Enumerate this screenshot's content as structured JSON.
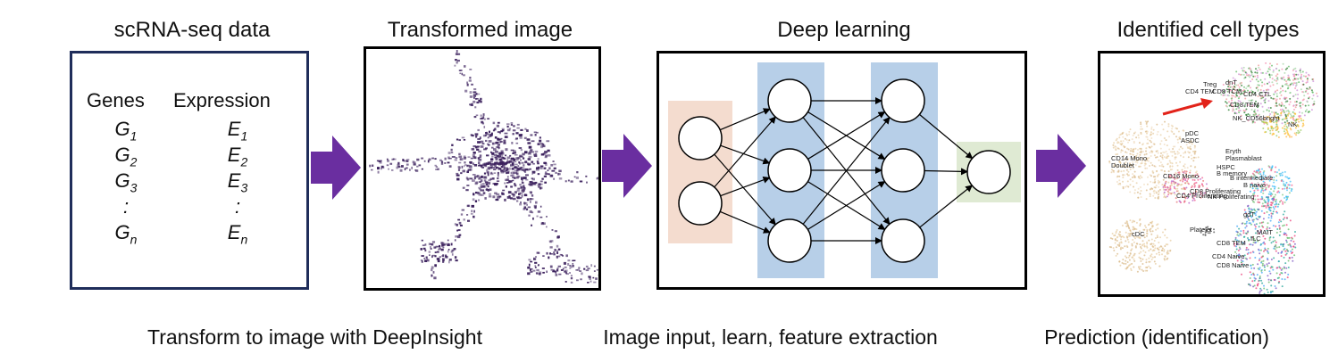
{
  "panels": {
    "data": {
      "title": "scRNA-seq data"
    },
    "image": {
      "title": "Transformed image"
    },
    "deep": {
      "title": "Deep learning"
    },
    "cells": {
      "title": "Identified cell types"
    }
  },
  "table": {
    "col1_header": "Genes",
    "col2_header": "Expression",
    "rows": [
      {
        "gene": "G",
        "gene_sub": "1",
        "expr": "E",
        "expr_sub": "1"
      },
      {
        "gene": "G",
        "gene_sub": "2",
        "expr": "E",
        "expr_sub": "2"
      },
      {
        "gene": "G",
        "gene_sub": "3",
        "expr": "E",
        "expr_sub": "3"
      },
      {
        "gene": ":",
        "gene_sub": "",
        "expr": ":",
        "expr_sub": ""
      },
      {
        "gene": "G",
        "gene_sub": "n",
        "expr": "E",
        "expr_sub": "n"
      }
    ]
  },
  "captions": {
    "transform": "Transform to image with DeepInsight",
    "learn": "Image input, learn, feature extraction",
    "predict": "Prediction (identification)"
  },
  "cell_labels": [
    "CD4 TEM",
    "CD8 TCM",
    "CD4 CTL",
    "NK_CD56bright",
    "NK",
    "pDC",
    "ASDC",
    "Eryth",
    "CD14 Mono",
    "Doublet",
    "CD16 Mono",
    "Plasmablast",
    "HSPC",
    "B memory",
    "B intermediate",
    "B naive",
    "CD8 Proliferating",
    "NK Proliferating",
    "CD4 Proliferating",
    "gdT",
    "MAIT",
    "ILC",
    "cDC",
    "Platelet",
    "CD8 TEM",
    "CD4 Naive",
    "CD8 Naive",
    "dnT",
    "Treg",
    "CD8 TEM"
  ],
  "colors": {
    "arrow": "#6a2ea0",
    "input_layer": "#f4dccf",
    "hidden_layer": "#b7cfe8",
    "output_layer": "#dfead3",
    "data_border": "#1f2d5a",
    "highlight_arrow": "#e2231a",
    "scatter_dot": "#3a1f5c"
  }
}
